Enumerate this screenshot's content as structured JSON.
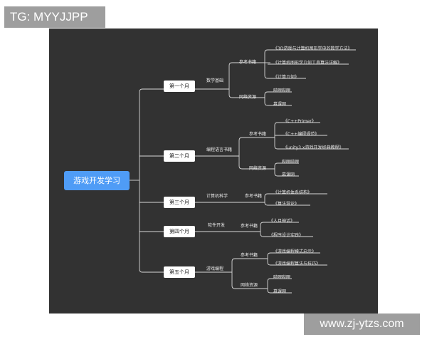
{
  "watermark_top": "TG: MYYJJPP",
  "watermark_bottom": "www.zj-ytzs.com",
  "root": "游戏开发学习",
  "months": [
    {
      "label": "第一个月",
      "topic": "数学基础",
      "groups": [
        {
          "label": "参考书籍",
          "items": [
            "《3D游戏与计算机图形学中的数学方法》",
            "《计算机图形学几何工具算法详解》",
            "《计算几何》"
          ]
        },
        {
          "label": "网络资源",
          "items": [
            "哔哩哔哩",
            "慕课网"
          ]
        }
      ]
    },
    {
      "label": "第二个月",
      "topic": "编程语言书籍",
      "groups": [
        {
          "label": "参考书籍",
          "items": [
            "《C++Primer》",
            "《C++编程规范》",
            "《unity3.x游戏开发经典教程》"
          ]
        },
        {
          "label": "网络资源",
          "items": [
            "哔哩哔哩",
            "慕课网"
          ]
        }
      ]
    },
    {
      "label": "第三个月",
      "topic": "计算机科学",
      "groups": [
        {
          "label": "参考书籍",
          "items": [
            "《计算机体系结构》",
            "《算法导论》"
          ]
        }
      ]
    },
    {
      "label": "第四个月",
      "topic": "软件开发",
      "groups": [
        {
          "label": "参考书籍",
          "items": [
            "《人月神话》",
            "《程序设计实践》"
          ]
        }
      ]
    },
    {
      "label": "第五个月",
      "topic": "游戏编程",
      "groups": [
        {
          "label": "参考书籍",
          "items": [
            "《游戏编程模式启示》",
            "《游戏编程算法与技巧》"
          ]
        },
        {
          "label": "网络资源",
          "items": [
            "哔哩哔哩",
            "慕课网"
          ]
        }
      ]
    }
  ]
}
